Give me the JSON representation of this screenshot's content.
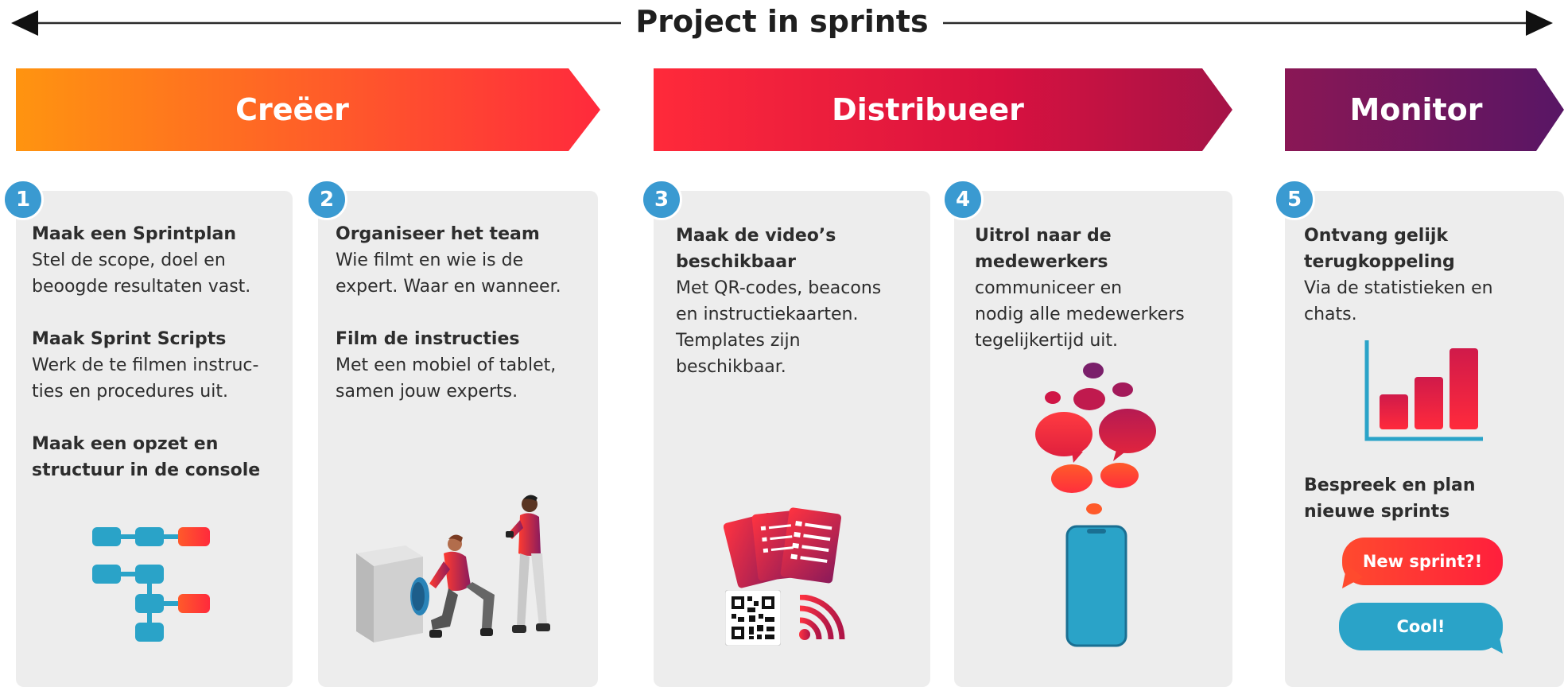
{
  "title": "Project in sprints",
  "phases": [
    {
      "label": "Creëer"
    },
    {
      "label": "Distribueer"
    },
    {
      "label": "Monitor"
    }
  ],
  "steps": [
    {
      "number": "1",
      "blocks": [
        {
          "heading": "Maak een Sprintplan",
          "body": [
            "Stel de scope, doel en",
            "beoogde resultaten vast."
          ]
        },
        {
          "heading": "Maak Sprint Scripts",
          "body": [
            "Werk de te filmen instruc-",
            "ties en procedures uit."
          ]
        },
        {
          "heading_lines": [
            "Maak een opzet en",
            "structuur in de console"
          ]
        }
      ]
    },
    {
      "number": "2",
      "blocks": [
        {
          "heading": "Organiseer het team",
          "body": [
            "Wie filmt en wie is de",
            "expert. Waar en wanneer."
          ]
        },
        {
          "heading": "Film de instructies",
          "body": [
            "Met een mobiel of tablet,",
            "samen jouw experts."
          ]
        }
      ]
    },
    {
      "number": "3",
      "heading_lines": [
        "Maak de video’s",
        "beschikbaar"
      ],
      "body": [
        "Met QR-codes, beacons",
        "en instructiekaarten.",
        "Templates zijn",
        "beschikbaar."
      ]
    },
    {
      "number": "4",
      "heading_lines": [
        "Uitrol naar de",
        "medewerkers"
      ],
      "body": [
        "communiceer  en",
        "nodig alle medewerkers",
        "tegelijkertijd uit."
      ]
    },
    {
      "number": "5",
      "heading_lines": [
        "Ontvang gelijk",
        "terugkoppeling"
      ],
      "body": [
        "Via de statistieken en",
        "chats."
      ],
      "heading2_lines": [
        "Bespreek en plan",
        "nieuwe sprints"
      ],
      "chat": [
        "New sprint?!",
        "Cool!"
      ]
    }
  ],
  "icons": {
    "flowchart": "flowchart-icon",
    "filming": "people-filming-illustration",
    "cards": "instruction-cards-icon",
    "qr": "qr-code-icon",
    "wifi": "beacon-signal-icon",
    "bubbles": "speech-bubbles-icon",
    "phone": "smartphone-icon",
    "chart": "bar-chart-icon"
  },
  "colors": {
    "orange": "#ff8a10",
    "red": "#ff2b3a",
    "crimson": "#c4103f",
    "purple": "#5a1664",
    "badge": "#3a9ad1",
    "card": "#ededed",
    "teal": "#2aa3c8"
  }
}
